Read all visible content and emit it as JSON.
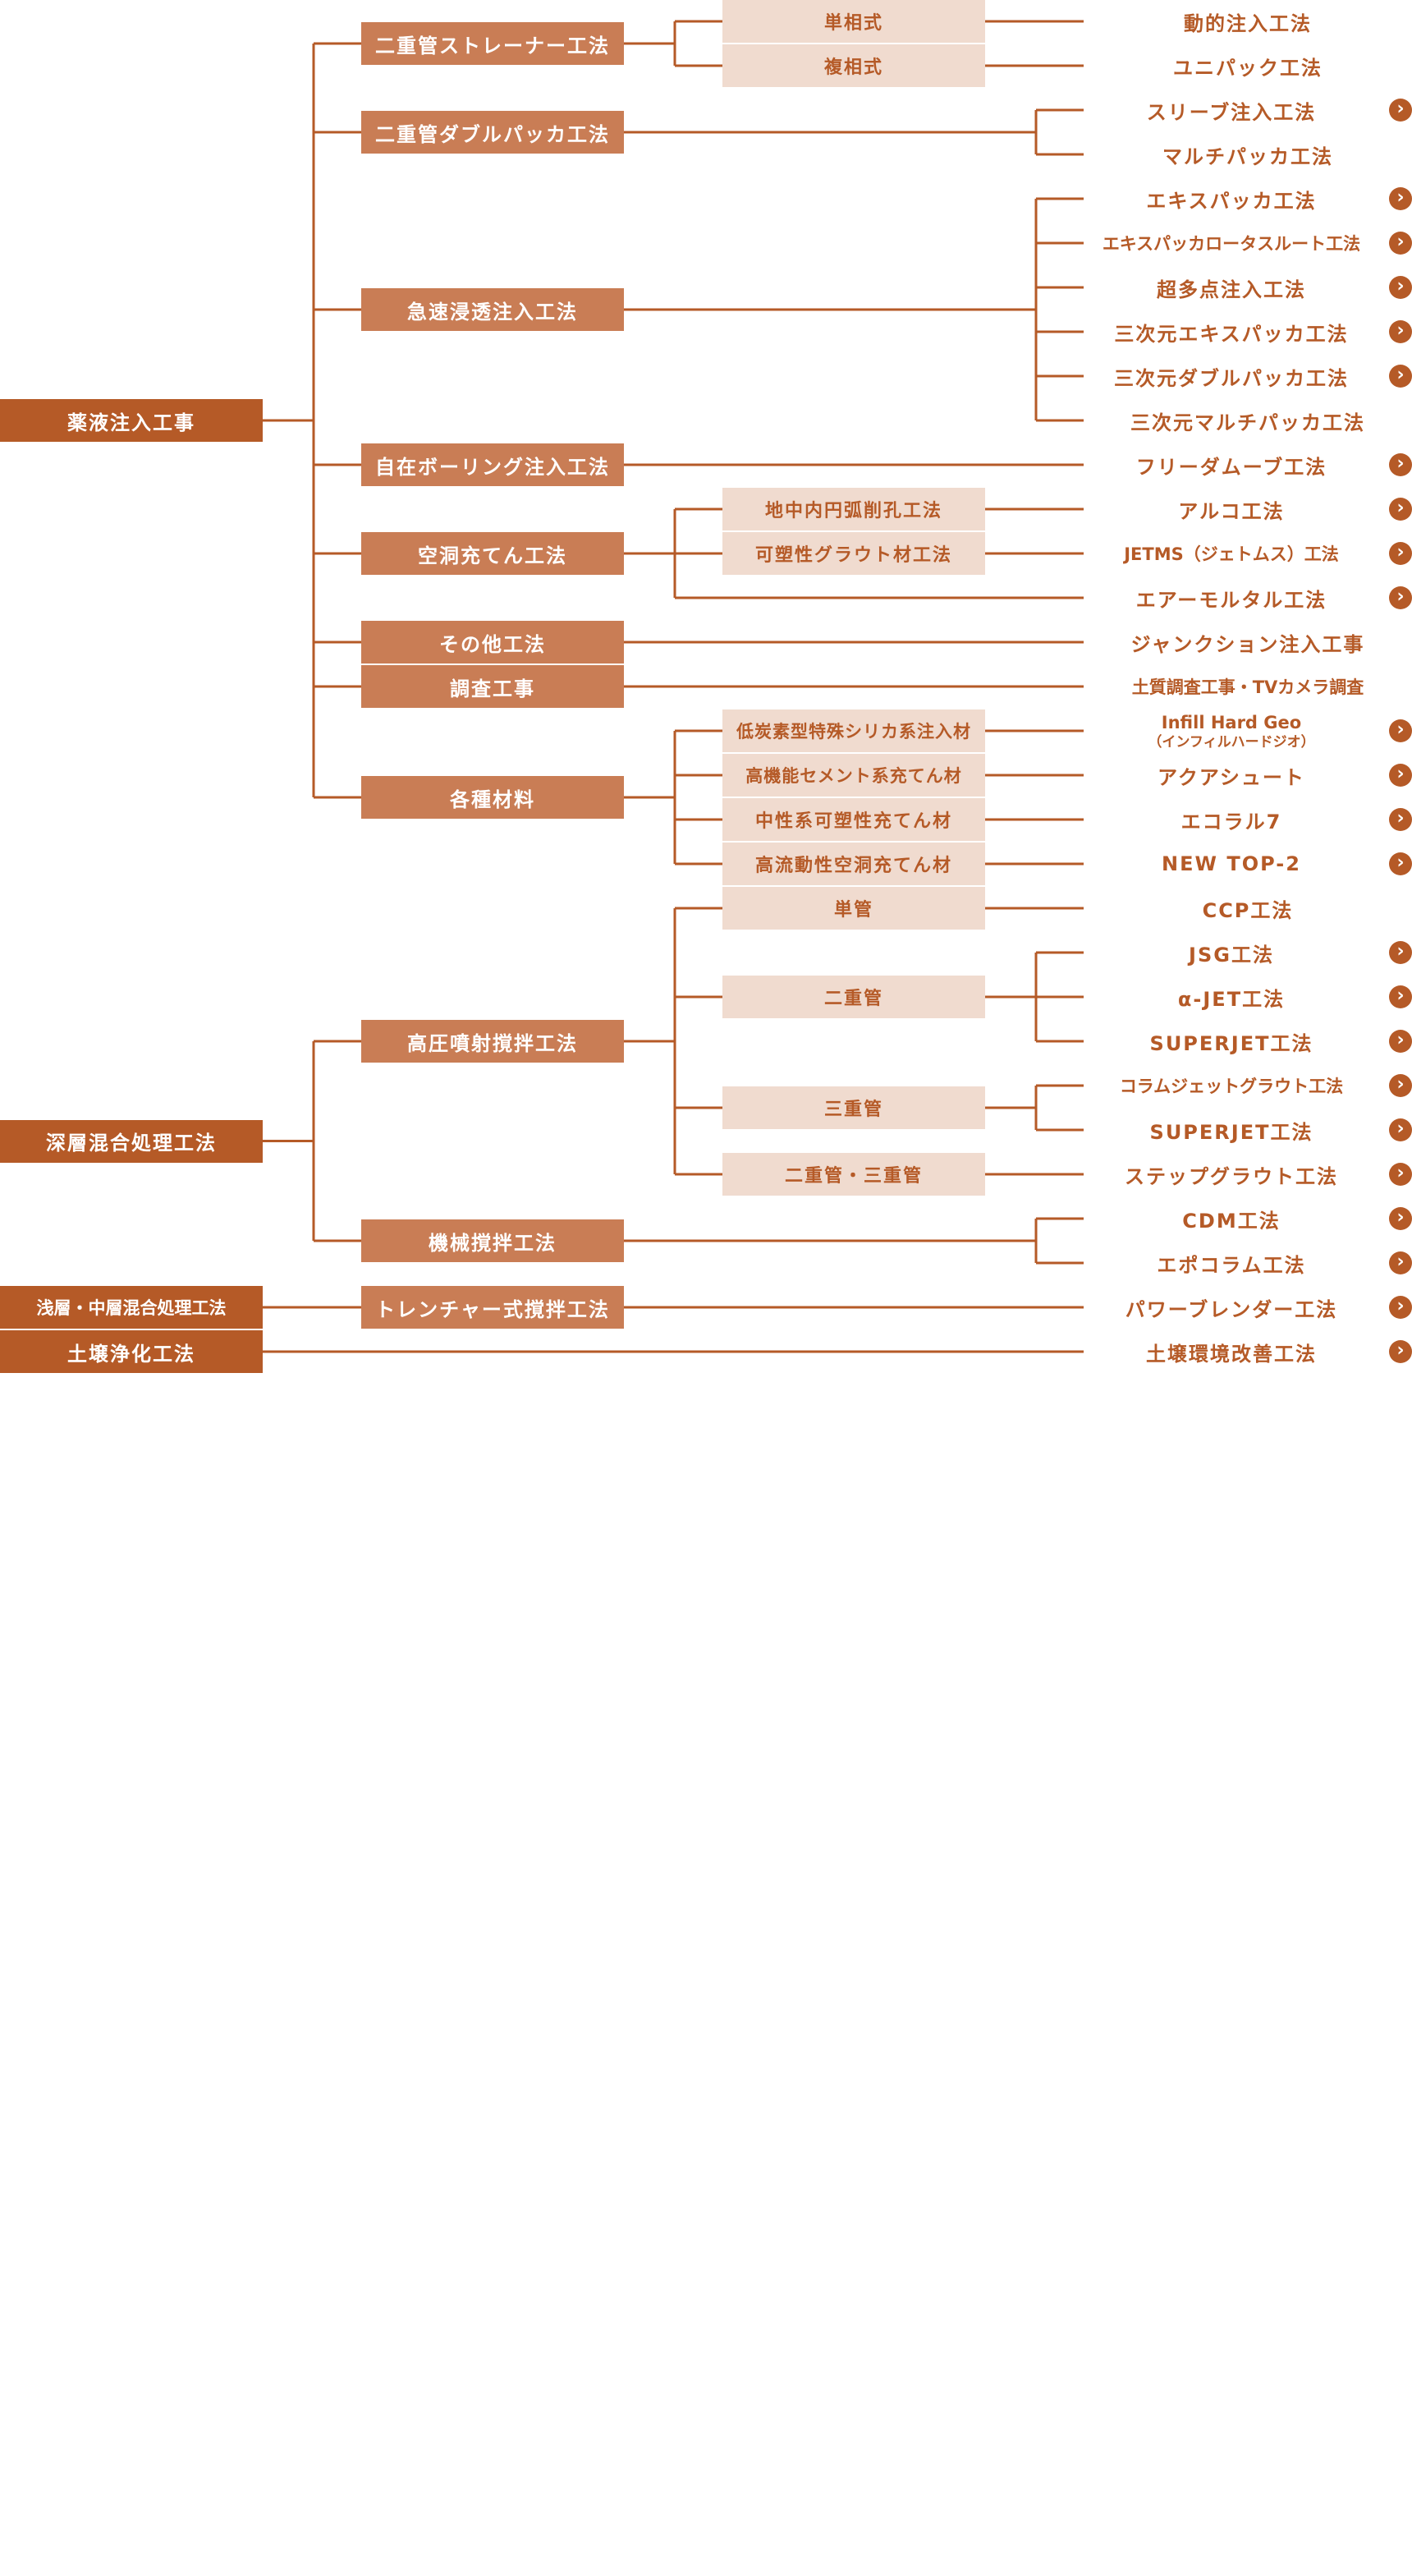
{
  "diagram": {
    "categories": [
      {
        "label": "薬液注入工事",
        "methods": [
          {
            "label": "二重管ストレーナー工法",
            "types": [
              {
                "label": "単相式",
                "leaves": [
                  {
                    "label": "動的注入工法",
                    "link": false
                  }
                ]
              },
              {
                "label": "複相式",
                "leaves": [
                  {
                    "label": "ユニパック工法",
                    "link": false
                  }
                ]
              }
            ]
          },
          {
            "label": "二重管ダブルパッカ工法",
            "leaves": [
              {
                "label": "スリーブ注入工法",
                "link": true
              },
              {
                "label": "マルチパッカ工法",
                "link": false
              }
            ]
          },
          {
            "label": "急速浸透注入工法",
            "leaves": [
              {
                "label": "エキスパッカ工法",
                "link": true
              },
              {
                "label": "エキスパッカロータスルート工法",
                "link": true
              },
              {
                "label": "超多点注入工法",
                "link": true
              },
              {
                "label": "三次元エキスパッカ工法",
                "link": true
              },
              {
                "label": "三次元ダブルパッカ工法",
                "link": true
              },
              {
                "label": "三次元マルチパッカ工法",
                "link": false
              }
            ]
          },
          {
            "label": "自在ボーリング注入工法",
            "leaves": [
              {
                "label": "フリーダムーブ工法",
                "link": true
              }
            ]
          },
          {
            "label": "空洞充てん工法",
            "types": [
              {
                "label": "地中内円弧削孔工法",
                "leaves": [
                  {
                    "label": "アルコ工法",
                    "link": true
                  }
                ]
              },
              {
                "label": "可塑性グラウト材工法",
                "leaves": [
                  {
                    "label": "JETMS（ジェトムス）工法",
                    "link": true
                  }
                ]
              }
            ],
            "leaves": [
              {
                "label": "エアーモルタル工法",
                "link": true
              }
            ]
          },
          {
            "label": "その他工法",
            "leaves": [
              {
                "label": "ジャンクション注入工事",
                "link": false
              }
            ]
          },
          {
            "label": "調査工事",
            "leaves": [
              {
                "label": "土質調査工事・TVカメラ調査",
                "link": false
              }
            ]
          },
          {
            "label": "各種材料",
            "types": [
              {
                "label": "低炭素型特殊シリカ系注入材",
                "leaves": [
                  {
                    "label": "Infill Hard Geo",
                    "sublabel": "（インフィルハードジオ）",
                    "link": true
                  }
                ]
              },
              {
                "label": "高機能セメント系充てん材",
                "leaves": [
                  {
                    "label": "アクアシュート",
                    "link": true
                  }
                ]
              },
              {
                "label": "中性系可塑性充てん材",
                "leaves": [
                  {
                    "label": "エコラル7",
                    "link": true
                  }
                ]
              },
              {
                "label": "高流動性空洞充てん材",
                "leaves": [
                  {
                    "label": "NEW TOP-2",
                    "link": true
                  }
                ]
              }
            ]
          }
        ]
      },
      {
        "label": "深層混合処理工法",
        "methods": [
          {
            "label": "高圧噴射撹拌工法",
            "types": [
              {
                "label": "単管",
                "leaves": [
                  {
                    "label": "CCP工法",
                    "link": false
                  }
                ]
              },
              {
                "label": "二重管",
                "leaves": [
                  {
                    "label": "JSG工法",
                    "link": true
                  },
                  {
                    "label": "α-JET工法",
                    "link": true
                  },
                  {
                    "label": "SUPERJET工法",
                    "link": true
                  }
                ]
              },
              {
                "label": "三重管",
                "leaves": [
                  {
                    "label": "コラムジェットグラウト工法",
                    "link": true
                  },
                  {
                    "label": "SUPERJET工法",
                    "link": true
                  }
                ]
              },
              {
                "label": "二重管・三重管",
                "leaves": [
                  {
                    "label": "ステップグラウト工法",
                    "link": true
                  }
                ]
              }
            ]
          },
          {
            "label": "機械撹拌工法",
            "leaves": [
              {
                "label": "CDM工法",
                "link": true
              },
              {
                "label": "エポコラム工法",
                "link": true
              }
            ]
          }
        ]
      },
      {
        "label": "浅層・中層混合処理工法",
        "methods": [
          {
            "label": "トレンチャー式撹拌工法",
            "leaves": [
              {
                "label": "パワーブレンダー工法",
                "link": true
              }
            ]
          }
        ]
      },
      {
        "label": "土壌浄化工法",
        "leaves": [
          {
            "label": "土壌環境改善工法",
            "link": true
          }
        ]
      }
    ],
    "line_color": "#b55a27",
    "arrow_glyph": "›"
  }
}
